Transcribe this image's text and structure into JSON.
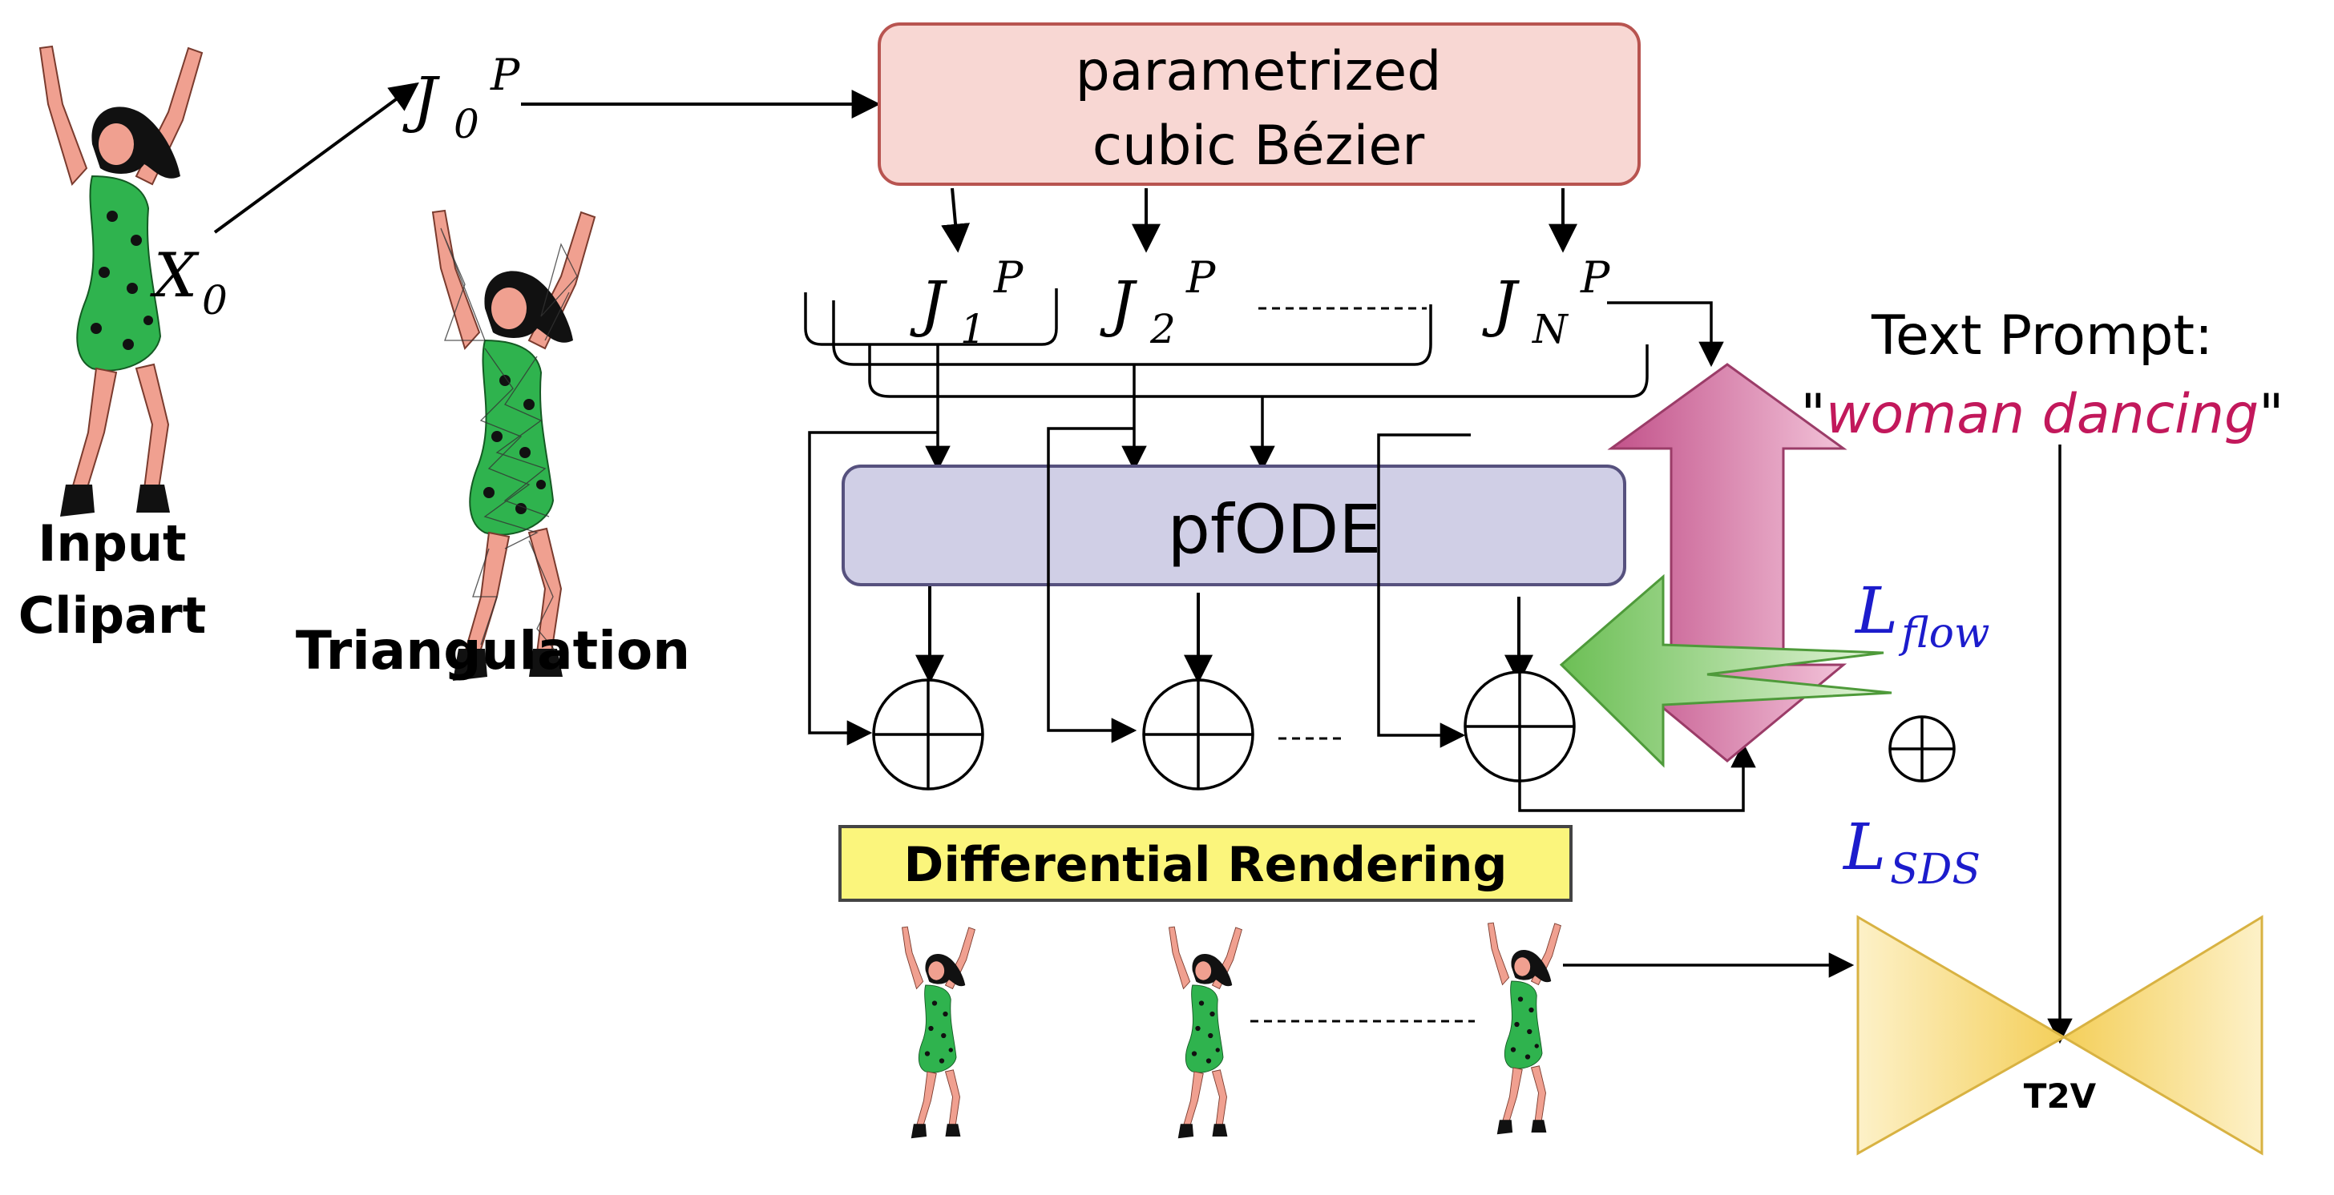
{
  "labels": {
    "x0_main": "X",
    "x0_sub": "0",
    "j0_main": "J",
    "j0_sub": "0",
    "j0_sup": "P",
    "j1_main": "J",
    "j1_sub": "1",
    "j1_sup": "P",
    "j2_main": "J",
    "j2_sub": "2",
    "j2_sup": "P",
    "jn_main": "J",
    "jn_sub": "N",
    "jn_sup": "P",
    "bezier_line1": "parametrized",
    "bezier_line2": "cubic Bézier",
    "pfode": "pfODE",
    "input_line1": "Input",
    "input_line2": "Clipart",
    "triangulation": "Triangulation",
    "diff_render": "Differential Rendering",
    "text_prompt": "Text Prompt:",
    "prompt_quote_open": "\"",
    "prompt_value": "woman dancing",
    "prompt_quote_close": "\"",
    "lflow_main": "L",
    "lflow_sub": "flow",
    "lsds_main": "L",
    "lsds_sub": "SDS",
    "t2v": "T2V"
  },
  "colors": {
    "bezier_fill": "#f8d7d3",
    "bezier_stroke": "#b85450",
    "pfode_fill": "#d0cfe6",
    "pfode_stroke": "#56517e",
    "diff_fill": "#fbf57c",
    "prompt_magenta": "#c2185b",
    "loss_blue": "#1c1ccc",
    "t2v_yellow": "#f7d774",
    "pink_arrow": "#d77aa6",
    "green_arrow": "#9fd189",
    "dress_green": "#2fb34e",
    "skin": "#f0a090"
  }
}
